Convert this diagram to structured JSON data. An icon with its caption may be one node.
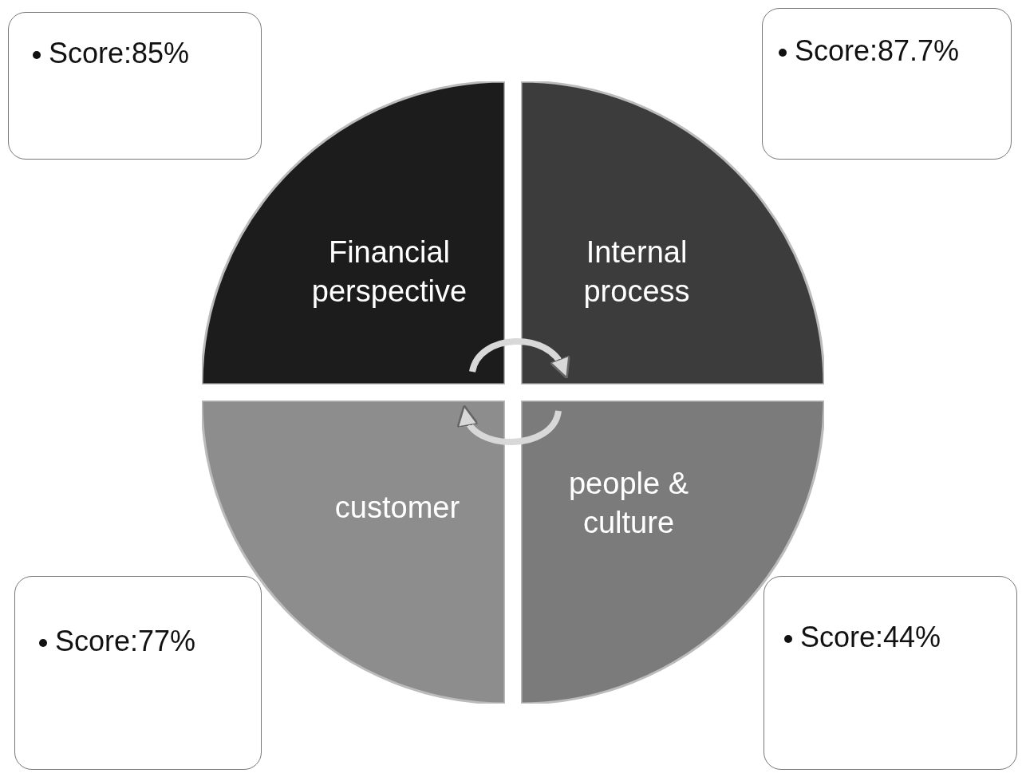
{
  "diagram": {
    "nodes": [
      {
        "text": [
          "Score:85%"
        ]
      },
      {
        "text": [
          "Score:87.7%"
        ]
      },
      {
        "text": [
          "Financial perspective"
        ]
      },
      {
        "text": [
          "Internal process"
        ]
      },
      {
        "text": [
          "customer"
        ]
      },
      {
        "text": [
          "people & culture"
        ]
      },
      {
        "text": [
          "Score:77%"
        ]
      },
      {
        "text": [
          "Score:44%"
        ]
      }
    ],
    "edges": [
      {
        "from": 2,
        "to": 3,
        "arrow": "to"
      },
      {
        "from": 5,
        "to": 4,
        "arrow": "to"
      }
    ]
  }
}
